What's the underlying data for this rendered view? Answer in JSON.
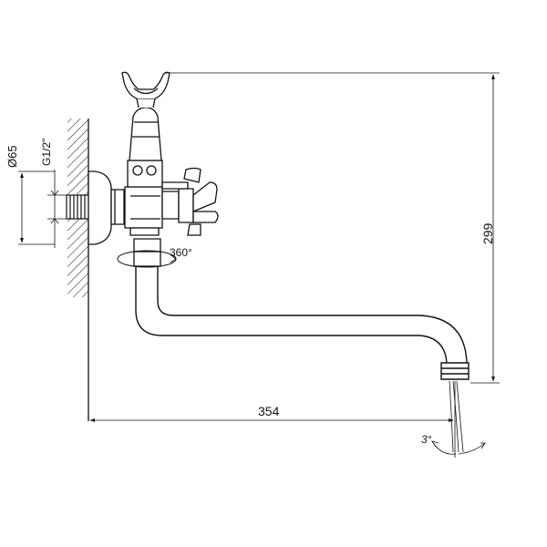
{
  "dimensions": {
    "flange_diameter": "Ø65",
    "thread_size": "G1/2\"",
    "height": "299",
    "length": "354",
    "rotation": "360°",
    "angle": "3°"
  },
  "colors": {
    "line": "#111111",
    "hatch": "#333333",
    "background": "#ffffff"
  }
}
